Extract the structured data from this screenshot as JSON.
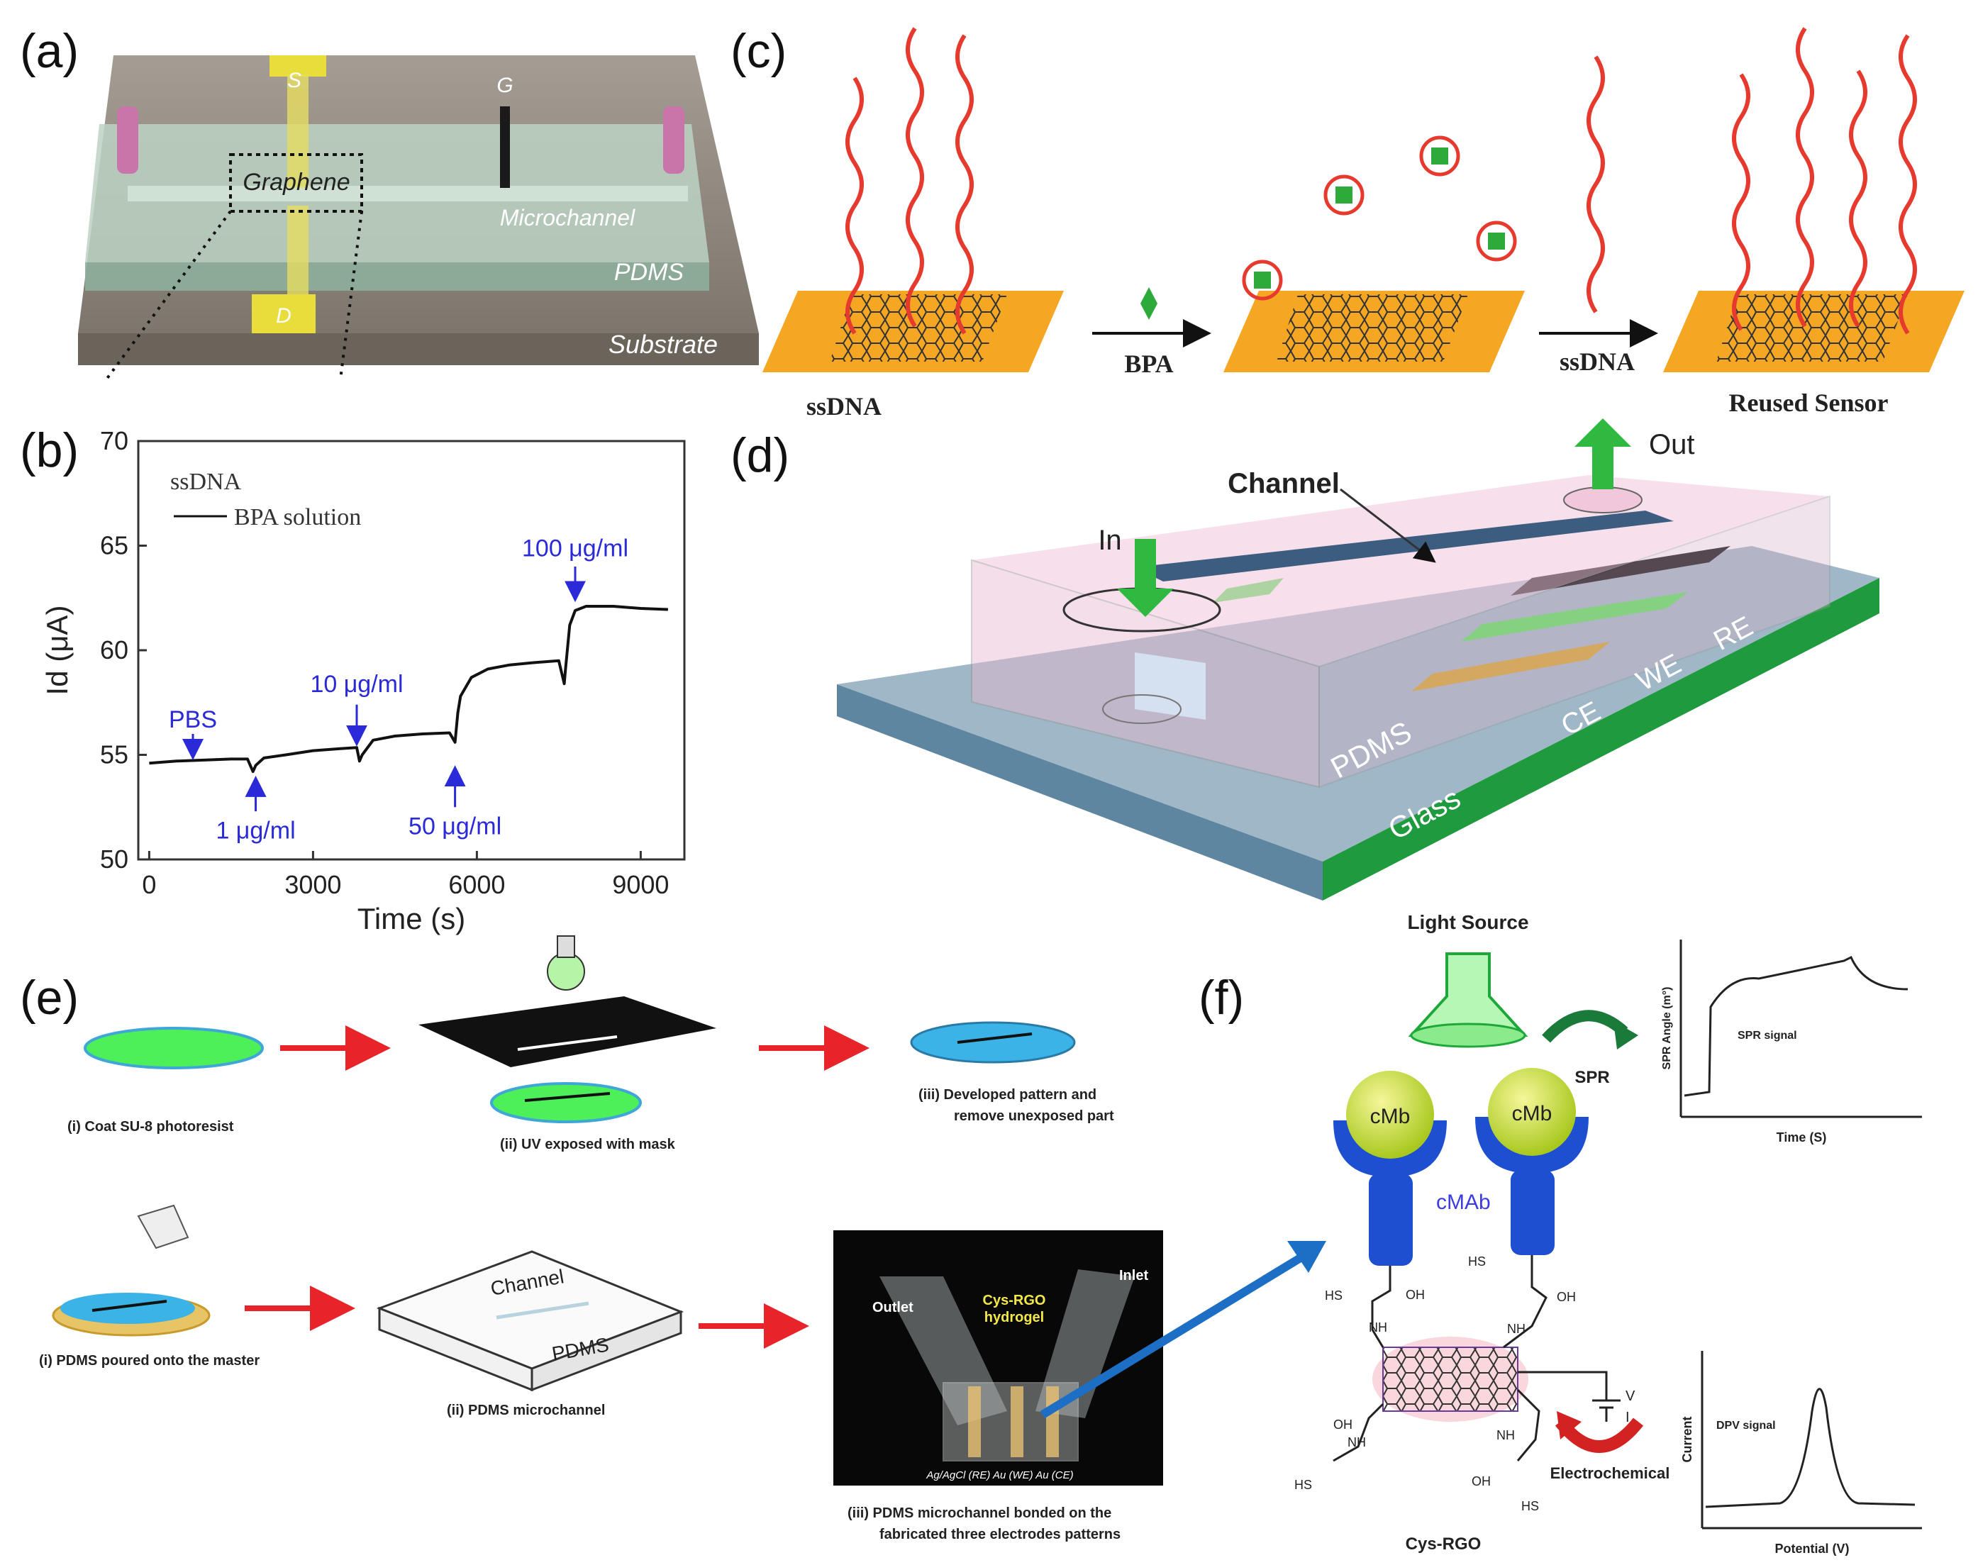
{
  "panels": {
    "a": {
      "letter": "(a)",
      "labels": {
        "source": "S",
        "gate": "G",
        "drain": "D",
        "graphene": "Graphene",
        "microchannel": "Microchannel",
        "pdms": "PDMS",
        "substrate": "Substrate"
      }
    },
    "b": {
      "letter": "(b)",
      "legend_title": "ssDNA",
      "legend_entry": "BPA solution",
      "annotations": {
        "pbs": "PBS",
        "c1": "1 μg/ml",
        "c10": "10  μg/ml",
        "c50": "50 μg/ml",
        "c100": "100 μg/ml"
      }
    },
    "c": {
      "letter": "(c)",
      "labels": {
        "ssdna_left": "ssDNA",
        "bpa": "BPA",
        "ssdna_arrow": "ssDNA",
        "reused": "Reused Sensor"
      }
    },
    "d": {
      "letter": "(d)",
      "labels": {
        "out": "Out",
        "channel": "Channel",
        "in": "In",
        "pdms": "PDMS",
        "ce": "CE",
        "we": "WE",
        "re": "RE",
        "glass": "Glass"
      }
    },
    "e": {
      "letter": "(e)",
      "captions": {
        "top_i": "(i)  Coat SU-8 photoresist",
        "top_ii": "(ii)  UV exposed with mask",
        "top_iii_1": "(iii)  Developed pattern and",
        "top_iii_2": "remove unexposed part",
        "bot_i": "(i)  PDMS poured onto the master",
        "bot_ii": "(ii)  PDMS microchannel",
        "bot_iii_1": "(iii)  PDMS microchannel bonded on the",
        "bot_iii_2": "fabricated three electrodes patterns"
      },
      "labels": {
        "channel": "Channel",
        "pdms": "PDMS",
        "outlet": "Outlet",
        "inlet": "Inlet",
        "hydrogel_1": "Cys-RGO",
        "hydrogel_2": "hydrogel",
        "electrodes": "Ag/AgCl (RE)   Au (WE)   Au (CE)"
      }
    },
    "f": {
      "letter": "(f)",
      "labels": {
        "light_source": "Light Source",
        "spr": "SPR",
        "cmb": "cMb",
        "cmab": "cMAb",
        "cys_rgo": "Cys-RGO",
        "electrochemical": "Electrochemical",
        "v": "V",
        "i": "I",
        "sh": "HS",
        "oh": "OH",
        "nh": "NH"
      },
      "spr_plot": {
        "ylabel": "SPR Angle (m°)",
        "xlabel": "Time (S)",
        "signal": "SPR signal"
      },
      "dpv_plot": {
        "ylabel": "Current",
        "xlabel": "Potential (V)",
        "signal": "DPV signal"
      }
    }
  },
  "chart_data": {
    "type": "line",
    "title": "",
    "xlabel": "Time (s)",
    "ylabel": "Id (μA)",
    "xlim": [
      -200,
      9800
    ],
    "ylim": [
      50,
      70
    ],
    "x_ticks": [
      0,
      3000,
      6000,
      9000
    ],
    "y_ticks": [
      50,
      55,
      60,
      65,
      70
    ],
    "legend": [
      "ssDNA",
      "BPA solution"
    ],
    "series": [
      {
        "name": "BPA solution",
        "x": [
          0,
          500,
          1000,
          1500,
          1800,
          1900,
          1950,
          2100,
          2500,
          3000,
          3500,
          3800,
          3850,
          3900,
          4100,
          4500,
          5000,
          5500,
          5600,
          5650,
          5700,
          5900,
          6200,
          6600,
          7000,
          7500,
          7600,
          7620,
          7700,
          7800,
          8000,
          8500,
          9000,
          9500
        ],
        "y": [
          54.6,
          54.7,
          54.75,
          54.8,
          54.8,
          54.2,
          54.5,
          54.85,
          55.0,
          55.2,
          55.3,
          55.35,
          54.7,
          55.0,
          55.7,
          55.9,
          56.0,
          56.05,
          55.6,
          57.0,
          57.8,
          58.7,
          59.1,
          59.3,
          59.4,
          59.5,
          58.4,
          59.0,
          61.2,
          61.9,
          62.1,
          62.1,
          62.0,
          61.95
        ]
      }
    ]
  }
}
